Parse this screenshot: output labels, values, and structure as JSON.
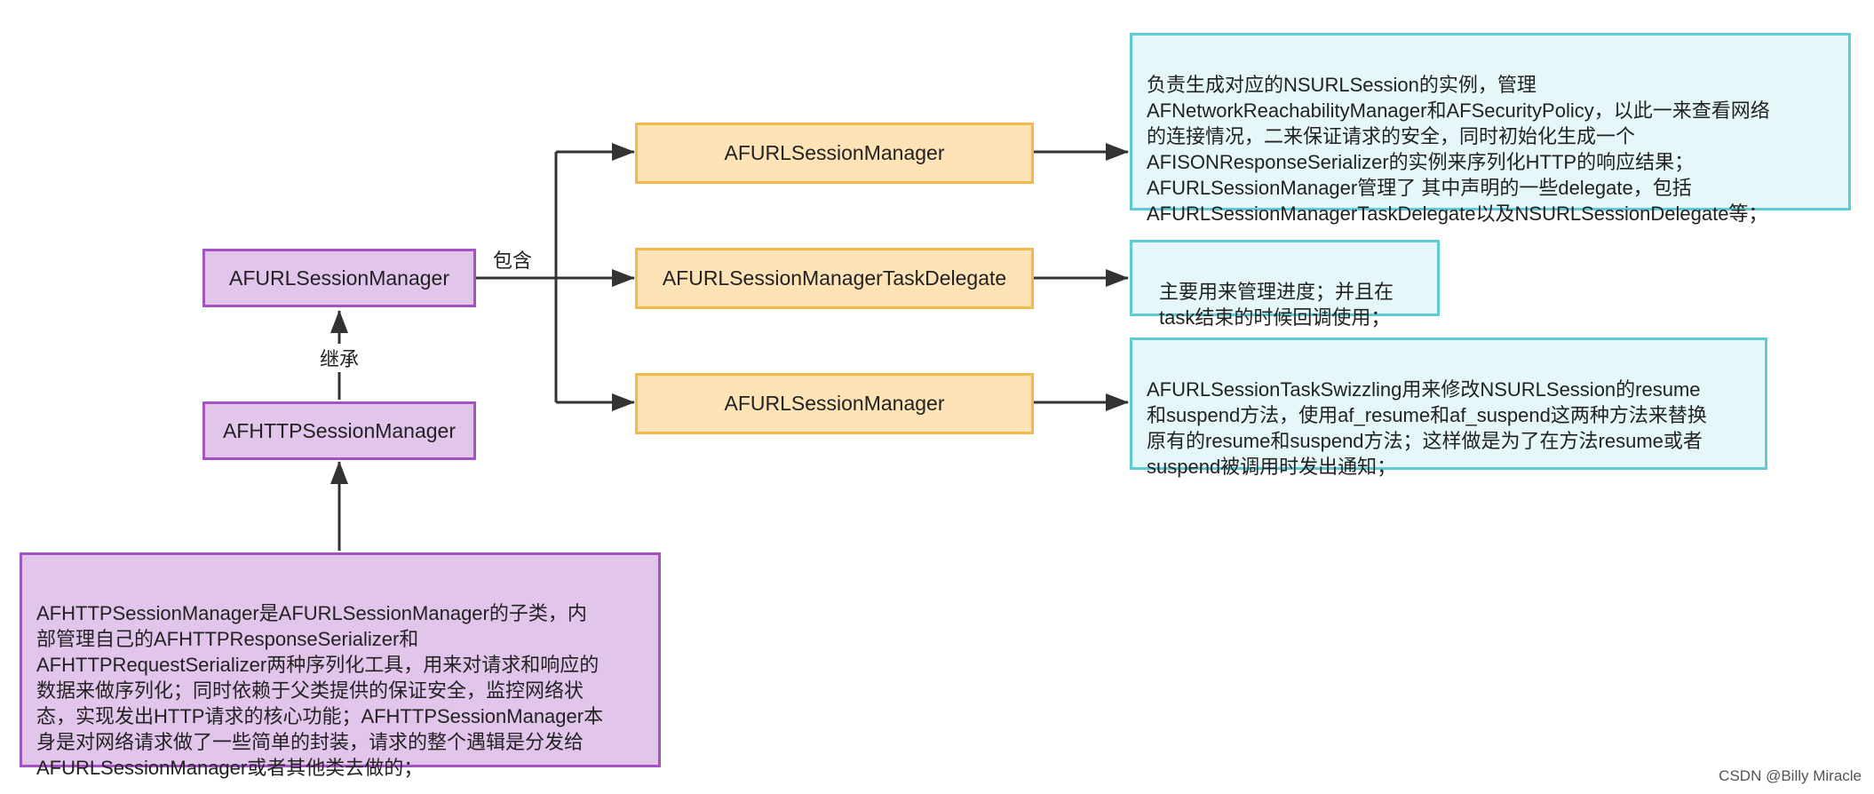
{
  "nodes": {
    "base_manager": "AFURLSessionManager",
    "http_manager": "AFHTTPSessionManager",
    "top_manager": "AFURLSessionManager",
    "task_delegate": "AFURLSessionManagerTaskDelegate",
    "bottom_manager": "AFURLSessionManager"
  },
  "labels": {
    "contains": "包含",
    "inherits": "继承"
  },
  "notes": {
    "top": "负责生成对应的NSURLSession的实例，管理\nAFNetworkReachabilityManager和AFSecurityPolicy，以此一来查看网络\n的连接情况，二来保证请求的安全，同时初始化生成一个\nAFISONResponseSerializer的实例来序列化HTTP的响应结果；\nAFURLSessionManager管理了 其中声明的一些delegate，包括\nAFURLSessionManagerTaskDelegate以及NSURLSessionDelegate等；",
    "middle": "主要用来管理进度；并且在\ntask结束的时候回调使用；",
    "bottom": "AFURLSessionTaskSwizzling用来修改NSURLSession的resume\n和suspend方法，使用af_resume和af_suspend这两种方法来替换\n原有的resume和suspend方法；这样做是为了在方法resume或者\nsuspend被调用时发出通知；",
    "http_description": "AFHTTPSessionManager是AFURLSessionManager的子类，内\n部管理自己的AFHTTPResponseSerializer和\nAFHTTPRequestSerializer两种序列化工具，用来对请求和响应的\n数据来做序列化；同时依赖于父类提供的保证安全，监控网络状\n态，实现发出HTTP请求的核心功能；AFHTTPSessionManager本\n身是对网络请求做了一些简单的封装，请求的整个遇辑是分发给\nAFURLSessionManager或者其他类去做的；"
  },
  "watermark": "CSDN @Billy Miracle",
  "colors": {
    "purple_fill": "#e2c5ea",
    "purple_border": "#a354c2",
    "orange_fill": "#fde3b6",
    "orange_border": "#f4b84b",
    "cyan_fill": "#e6f7fa",
    "cyan_border": "#5fcbd6",
    "connector": "#333333"
  }
}
